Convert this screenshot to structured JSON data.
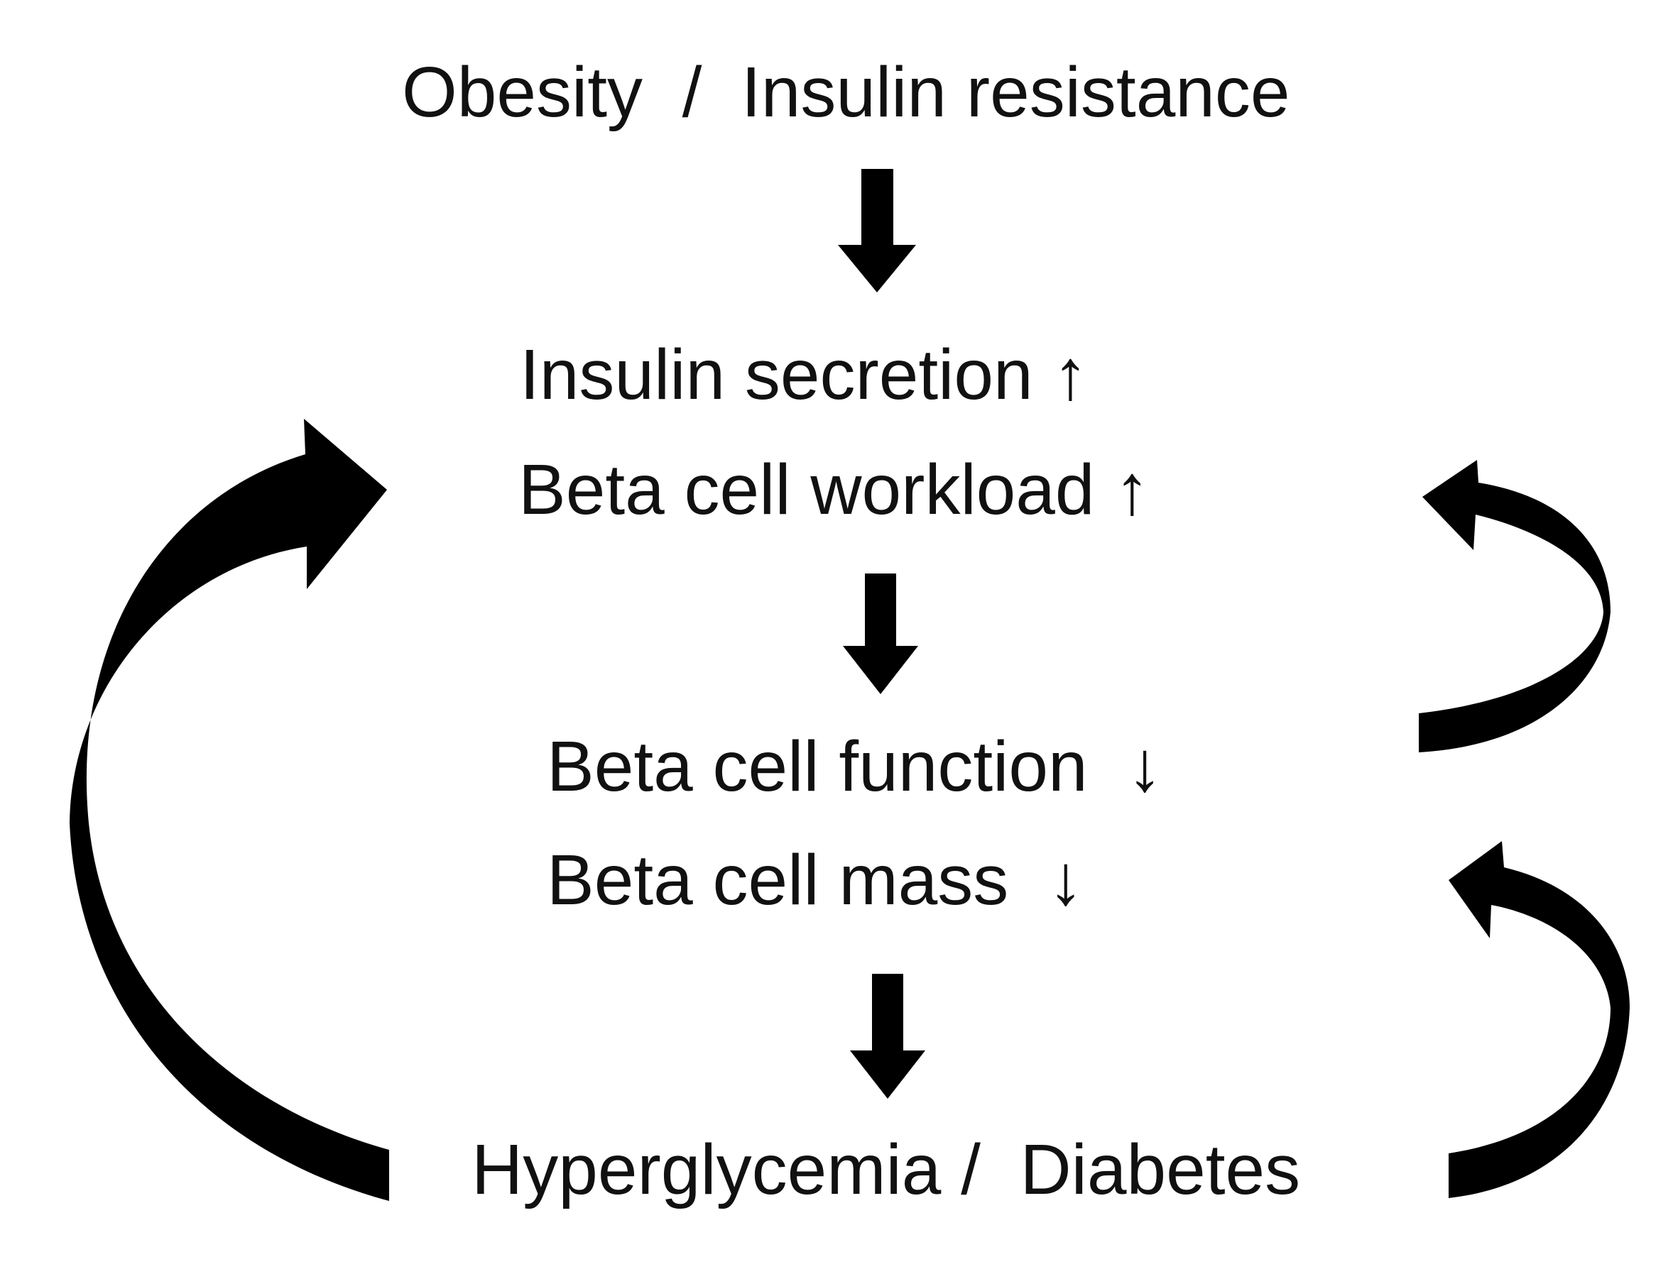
{
  "nodes": {
    "top": "Obesity  /  Insulin resistance",
    "secretion": "Insulin secretion ↑",
    "workload": "Beta cell workload ↑",
    "function": "Beta cell function  ↓",
    "mass": "Beta cell mass  ↓",
    "bottom": "Hyperglycemia /  Diabetes"
  },
  "colors": {
    "ink": "#111111",
    "arrow": "#000000",
    "background": "#ffffff"
  }
}
